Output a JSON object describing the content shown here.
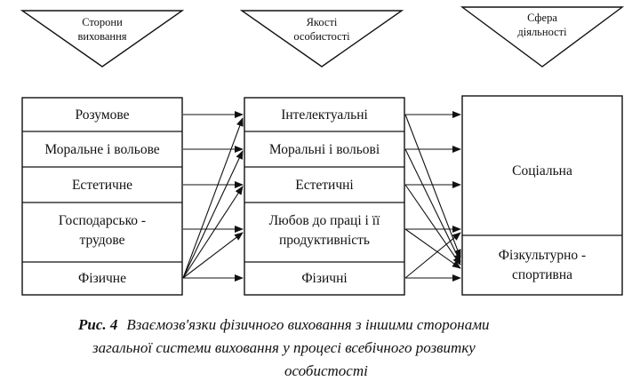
{
  "headers": [
    {
      "line1": "Сторони",
      "line2": "виховання"
    },
    {
      "line1": "Якості",
      "line2": "особистості"
    },
    {
      "line1": "Сфера",
      "line2": "діяльності"
    }
  ],
  "columns": {
    "sides": [
      "Розумове",
      "Моральне і вольове",
      "Естетичне",
      "Господарсько -",
      "трудове",
      "Фізичне"
    ],
    "qualities": [
      "Інтелектуальні",
      "Моральні і вольові",
      "Естетичні",
      "Любов до праці і її",
      "продуктивність",
      "Фізичні"
    ],
    "spheres": [
      "Соціальна",
      "Фізкультурно -",
      "спортивна"
    ]
  },
  "caption": {
    "label": "Рис. 4",
    "line1": "Взаємозв'язки фізичного виховання  з іншими сторонами",
    "line2": "загальної системи  виховання у процесі всебічного розвитку",
    "line3": "особистості"
  }
}
